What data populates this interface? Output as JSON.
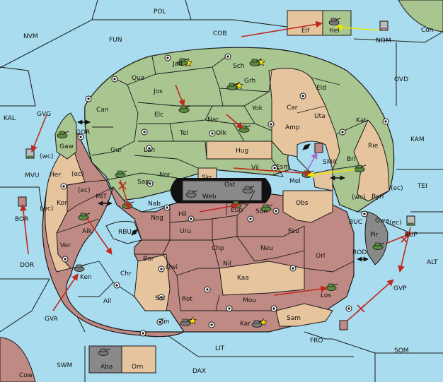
{
  "colors": {
    "sea": "#a8dcee",
    "green": "#a9c590",
    "red": "#c08a84",
    "tan": "#e6c49e",
    "dark": "#898989",
    "lines": "#1a1a1a",
    "moveArrow": "#c0281c",
    "supportArrow": "#e8e800",
    "convoyArrow": "#b06ac8"
  },
  "provinces": {
    "pol": "POL",
    "nvm": "NVM",
    "fun": "FUN",
    "cob": "COB",
    "elf": "Elf",
    "hel": "Hel",
    "nom": "NOM",
    "con": "Con",
    "ovd": "OVD",
    "jad": "Jad",
    "sch": "Sch",
    "qua": "Qua",
    "grh": "Grh",
    "jos": "Jos",
    "eld": "Eld",
    "can": "Can",
    "yok": "Yok",
    "car": "Car",
    "uta": "Uta",
    "kat": "Kat",
    "kal": "KAL",
    "gvg": "GVG",
    "elc": "Elc",
    "nar": "Nar",
    "tel": "Tel",
    "olk": "Olk",
    "amp": "Amp",
    "gor": "GOR",
    "gaw": "Gaw",
    "gur": "Gur",
    "lan": "Lan",
    "hug": "Hug",
    "rie": "Rie",
    "kam": "KAM",
    "bri": "Bri",
    "sma": "SMA",
    "mvu": "MVU",
    "wc": "(wc)",
    "ec": "(ec)",
    "her": "Her",
    "nor": "Nor",
    "skr": "Skr",
    "vil": "Vil",
    "esm": "Esm",
    "mel": "Mel",
    "sap": "Sap",
    "web": "Web",
    "ost": "Ost",
    "byn": "Byn",
    "tei": "TEI",
    "mit": "MIT",
    "kor": "Kor",
    "bor": "BOR",
    "nab": "Nab",
    "obs": "Obs",
    "eun": "Eun",
    "sun": "Sun",
    "nog": "Nog",
    "hil": "Hil",
    "buc": "BUC",
    "gwa": "Gwa",
    "pir": "Pir",
    "kup": "KUP",
    "rbu": "RBU",
    "aik": "Aik",
    "uru": "Uru",
    "feu": "Feu",
    "ver": "Ver",
    "chp": "Chp",
    "neu": "Neu",
    "orl": "Orl",
    "dor": "DOR",
    "bar": "Bar",
    "qwi": "Qwi",
    "nil": "Nil",
    "rod": "ROD",
    "alt": "ALT",
    "ken": "Ken",
    "chr": "Chr",
    "kaa": "Kaa",
    "gvp": "GVP",
    "ail": "Ail",
    "sot": "Sot",
    "rot": "Rot",
    "mou": "Mou",
    "los": "Los",
    "gva": "GVA",
    "sam": "Sam",
    "zin": "Zin",
    "kar": "Kar",
    "fro": "FRO",
    "lit": "LIT",
    "som": "SOM",
    "swm": "SWM",
    "aba": "Aba",
    "orn": "Orn",
    "dax": "DAX",
    "cow": "Cow"
  }
}
